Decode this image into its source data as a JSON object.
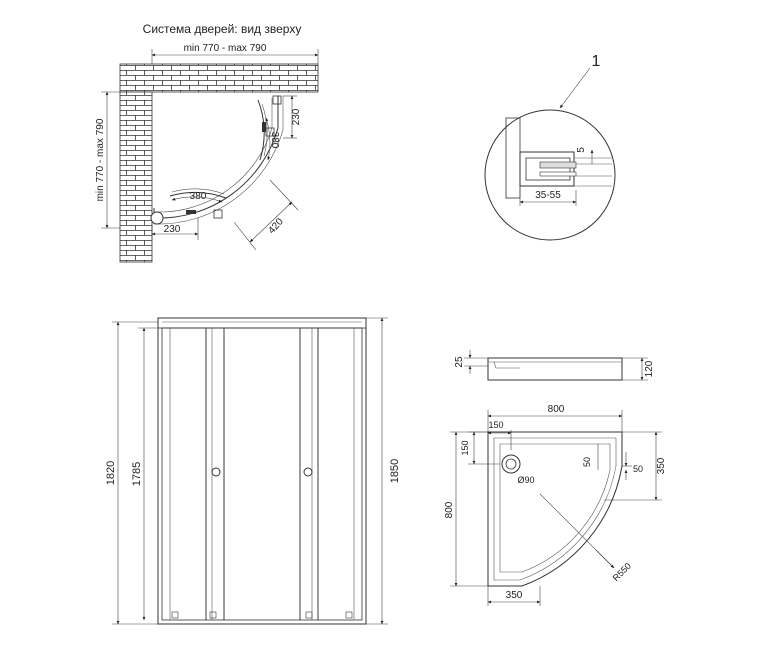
{
  "top_view": {
    "title": "Система дверей: вид зверху",
    "width_range": "min 770 - max 790",
    "height_range": "min 770 - max 790",
    "dim_230_top": "230",
    "dim_380_right": "380",
    "dim_380_bottom": "380",
    "dim_230_bottom": "230",
    "dim_420": "420"
  },
  "detail": {
    "callout": "1",
    "gap": "5",
    "range": "35-55"
  },
  "front_view": {
    "height_1820": "1820",
    "height_1785": "1785",
    "height_1850": "1850"
  },
  "tray_side": {
    "height_25": "25",
    "height_120": "120"
  },
  "tray_top": {
    "width": "800",
    "depth": "800",
    "offset_150_x": "150",
    "offset_150_y": "150",
    "drain_diameter": "Ø90",
    "edge_50_a": "50",
    "edge_50_b": "50",
    "depth_350": "350",
    "width_350": "350",
    "radius": "R550"
  }
}
